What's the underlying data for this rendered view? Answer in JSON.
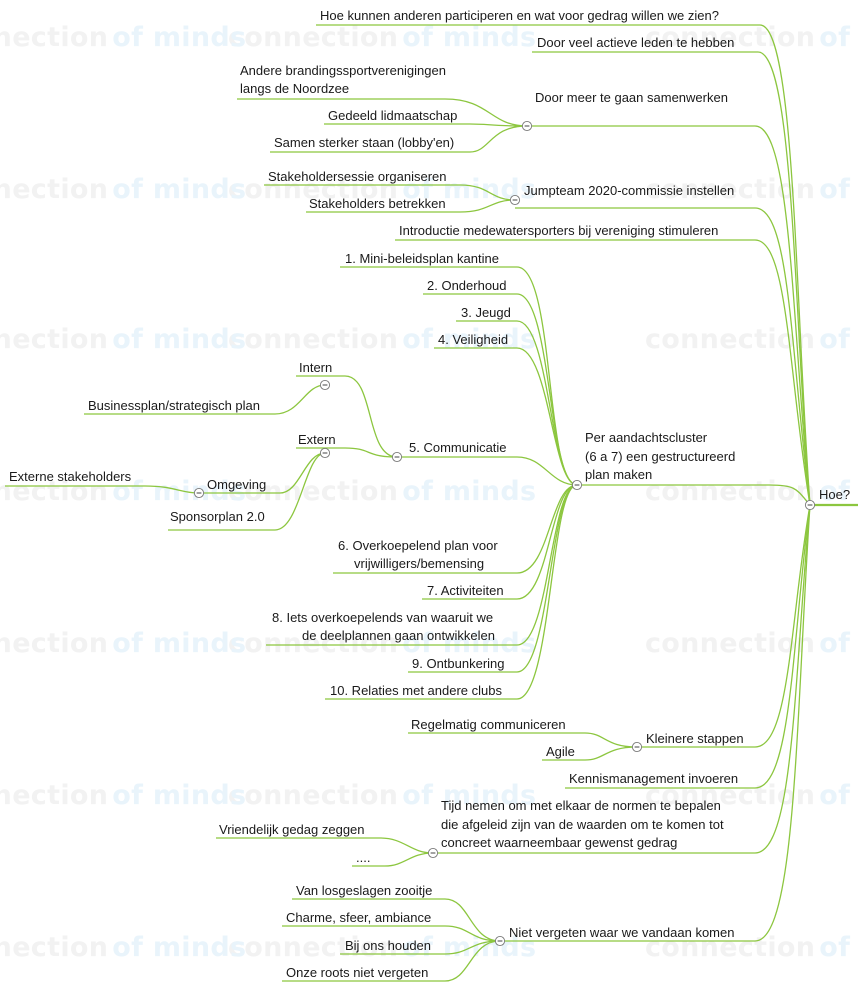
{
  "watermark": {
    "word_a": "connection",
    "word_b": "of minds"
  },
  "root": {
    "label": "Hoe?"
  },
  "nodes": {
    "participate": "Hoe kunnen anderen participeren en wat voor gedrag willen we zien?",
    "active_members": "Door veel actieve leden te hebben",
    "collaborate": "Door meer te gaan samenwerken",
    "branding_line1": "Andere brandingssportverenigingen",
    "branding_line2": "langs de Noordzee",
    "shared_membership": "Gedeeld lidmaatschap",
    "stronger_together": "Samen sterker staan (lobby'en)",
    "jumpteam": "Jumpteam 2020-commissie instellen",
    "stakeholder_session": "Stakeholdersessie organiseren",
    "stakeholders_involve": "Stakeholders betrekken",
    "intro_watersporters": "Introductie medewatersporters bij vereniging stimuleren",
    "cluster_line1": "Per aandachtscluster",
    "cluster_line2": "(6 a 7) een gestructureerd",
    "cluster_line3": "plan maken",
    "c1": "1. Mini-beleidsplan kantine",
    "c2": "2. Onderhoud",
    "c3": "3. Jeugd",
    "c4": "4. Veiligheid",
    "c5": "5. Communicatie",
    "intern": "Intern",
    "businessplan": "Businessplan/strategisch plan",
    "extern": "Extern",
    "omgeving": "Omgeving",
    "externe_stakeholders": "Externe stakeholders",
    "sponsorplan": "Sponsorplan 2.0",
    "c6_line1": "6. Overkoepelend plan voor",
    "c6_line2": "vrijwilligers/bemensing",
    "c7": "7. Activiteiten",
    "c8_line1": "8. Iets overkoepelends van waaruit we",
    "c8_line2": "de deelplannen gaan ontwikkelen",
    "c9": "9. Ontbunkering",
    "c10": "10. Relaties met andere clubs",
    "small_steps": "Kleinere stappen",
    "communicate_regularly": "Regelmatig communiceren",
    "agile": "Agile",
    "knowledge_mgmt": "Kennismanagement invoeren",
    "norms_line1": "Tijd nemen om met elkaar de normen te bepalen",
    "norms_line2": "die afgeleid zijn van de waarden om te komen tot",
    "norms_line3": "concreet waarneembaar gewenst gedrag",
    "friendly_hello": "Vriendelijk gedag zeggen",
    "ellipsis": "....",
    "dont_forget": "Niet vergeten waar we vandaan komen",
    "loose_mess": "Van losgeslagen zooitje",
    "charm": "Charme, sfeer, ambiance",
    "keep_with_us": "Bij ons houden",
    "roots": "Onze roots niet vergeten"
  },
  "colors": {
    "branch": "#8cc63f",
    "text": "#1a1a1a",
    "watermark_gray": "#f2f2f2",
    "watermark_blue": "#e9f4fb"
  },
  "icons": {
    "collapse": "collapse-minus-icon"
  }
}
